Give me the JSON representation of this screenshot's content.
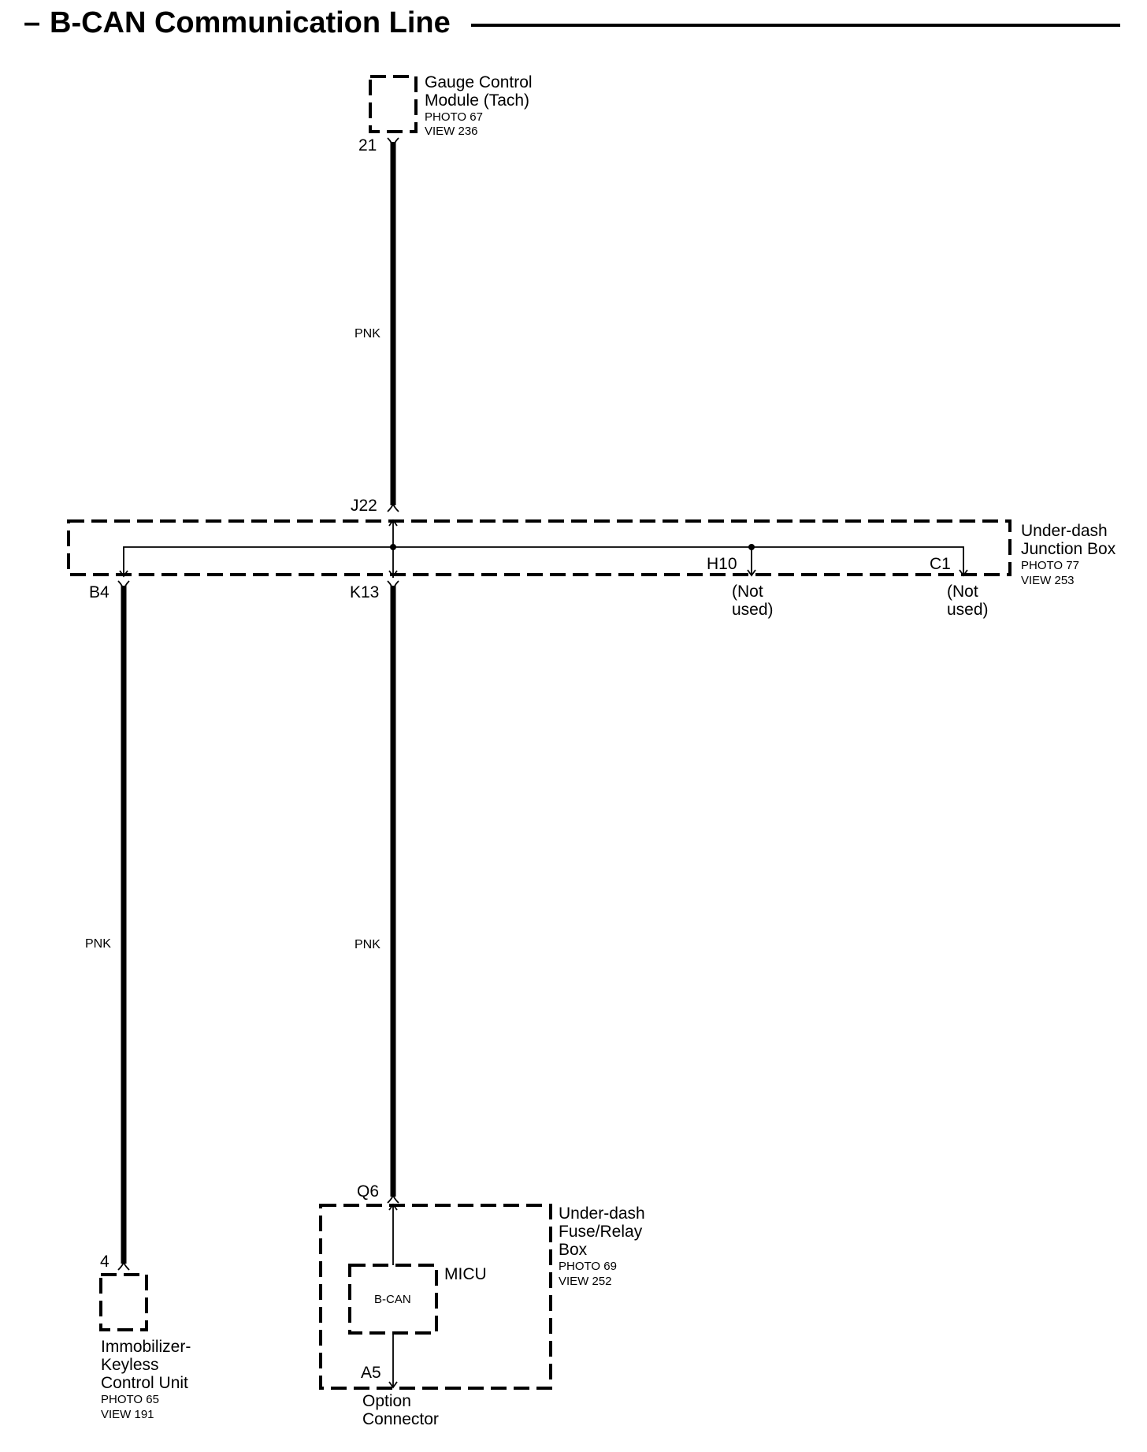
{
  "title": "B-CAN Communication Line",
  "title_prefix": "–",
  "colors": {
    "ink": "#000000",
    "background": "#ffffff"
  },
  "components": {
    "gauge": {
      "line1": "Gauge Control",
      "line2": "Module (Tach)",
      "photo": "PHOTO 67",
      "view": "VIEW 236"
    },
    "junction": {
      "line1": "Under-dash",
      "line2": "Junction Box",
      "photo": "PHOTO 77",
      "view": "VIEW 253"
    },
    "fuse": {
      "line1": "Under-dash",
      "line2": "Fuse/Relay",
      "line3": "Box",
      "photo": "PHOTO 69",
      "view": "VIEW 252"
    },
    "micu": {
      "label": "MICU",
      "inner": "B-CAN"
    },
    "immobilizer": {
      "line1": "Immobilizer-",
      "line2": "Keyless",
      "line3": "Control Unit",
      "photo": "PHOTO 65",
      "view": "VIEW 191"
    },
    "option": {
      "line1": "Option",
      "line2": "Connector"
    }
  },
  "pins": {
    "gauge": "21",
    "j22": "J22",
    "b4": "B4",
    "k13": "K13",
    "h10": "H10",
    "c1": "C1",
    "q6": "Q6",
    "a5": "A5",
    "immo": "4"
  },
  "not_used": {
    "line1": "(Not",
    "line2": "used)"
  },
  "wires": {
    "top": "PNK",
    "left": "PNK",
    "mid": "PNK"
  }
}
